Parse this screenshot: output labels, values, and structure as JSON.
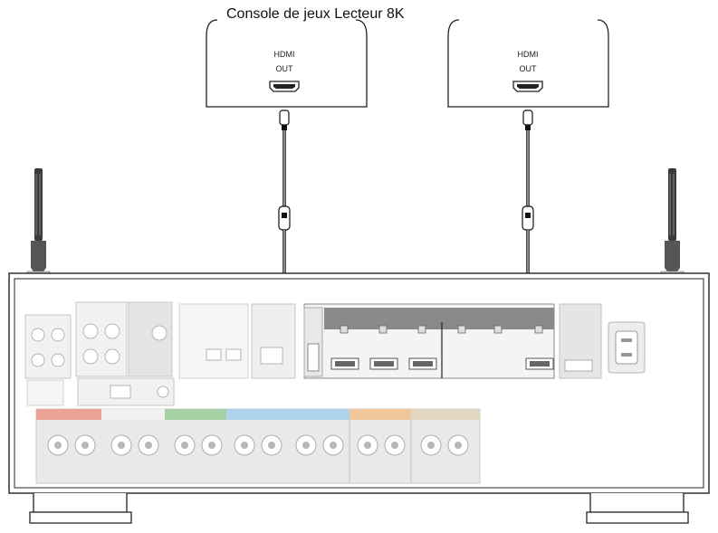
{
  "caption": "Console de jeux Lecteur 8K",
  "devices": [
    {
      "name": "source-device-left",
      "port_line1": "HDMI",
      "port_line2": "OUT"
    },
    {
      "name": "source-device-right",
      "port_line1": "HDMI",
      "port_line2": "OUT"
    }
  ],
  "colors": {
    "outline": "#222222",
    "cable": "#111111",
    "panel_fill": "#ffffff",
    "hdmi_panel": "#8a8a8a",
    "terminal_gray": "#d7d7d7",
    "speaker_red": "#e0644f",
    "speaker_white": "#e8e8e8",
    "speaker_green": "#6bb36b",
    "speaker_blue": "#78b7e0",
    "speaker_orange": "#e6a25a",
    "speaker_tan": "#cdbb9b"
  },
  "icons": [
    "hdmi-port-icon",
    "antenna-icon",
    "speaker-terminal-icon",
    "power-inlet-icon"
  ]
}
